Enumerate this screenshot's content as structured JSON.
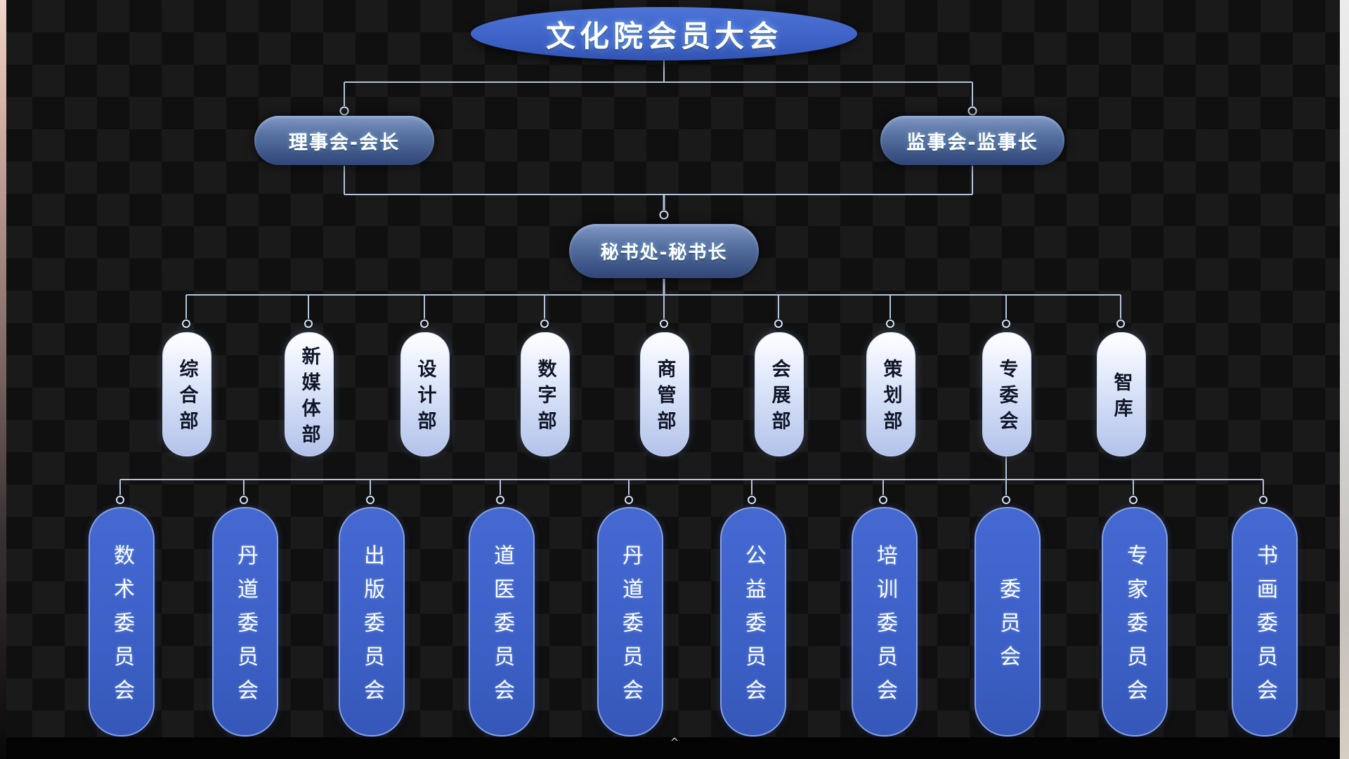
{
  "title": {
    "label": "文化院会员大会"
  },
  "level2": {
    "left": {
      "label": "理事会-会长"
    },
    "right": {
      "label": "监事会-监事长"
    }
  },
  "level3": {
    "label": "秘书处-秘书长"
  },
  "departments": [
    {
      "label": "综合部"
    },
    {
      "label": "新媒体部"
    },
    {
      "label": "设计部"
    },
    {
      "label": "数字部"
    },
    {
      "label": "商管部"
    },
    {
      "label": "会展部"
    },
    {
      "label": "策划部"
    },
    {
      "label": "专委会"
    },
    {
      "label": "智库"
    }
  ],
  "committees": [
    {
      "label": "数术委员会"
    },
    {
      "label": "丹道委员会"
    },
    {
      "label": "出版委员会"
    },
    {
      "label": "道医委员会"
    },
    {
      "label": "丹道委员会"
    },
    {
      "label": "公益委员会"
    },
    {
      "label": "培训委员会"
    },
    {
      "label": "委员会"
    },
    {
      "label": "专家委员会"
    },
    {
      "label": "书画委员会"
    }
  ],
  "misc": {
    "bottom_caret": "^"
  },
  "colors": {
    "node_blue": "#3d63c8",
    "node_steel": "#56719f",
    "pill_light": "#dce5f9",
    "connector": "#bccde6",
    "background": "#101010"
  }
}
